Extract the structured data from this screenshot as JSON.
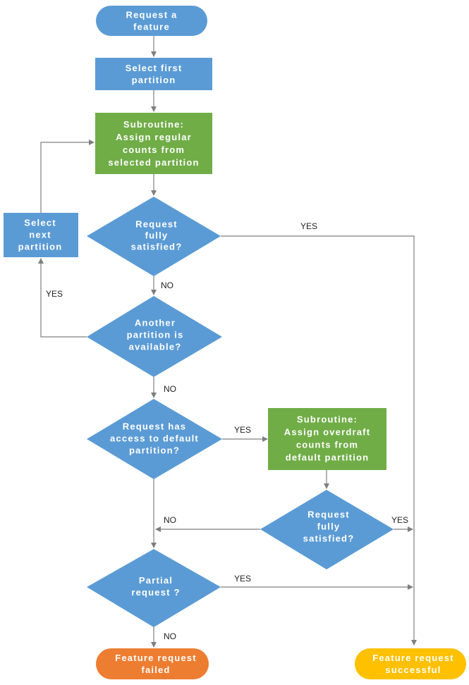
{
  "colors": {
    "blue": "#5b9bd5",
    "green": "#70ad47",
    "orange": "#ed7d31",
    "yellow": "#ffc000",
    "line": "#7f7f7f"
  },
  "nodes": {
    "start": [
      "Request a",
      "feature"
    ],
    "select_first": [
      "Select first",
      "partition"
    ],
    "sub_regular": [
      "Subroutine:",
      "Assign regular",
      "counts from",
      "selected partition"
    ],
    "d_satisfied_1": [
      "Request",
      "fully",
      "satisfied?"
    ],
    "select_next": [
      "Select",
      "next",
      "partition"
    ],
    "d_another": [
      "Another",
      "partition is",
      "available?"
    ],
    "d_access": [
      "Request has",
      "access to default",
      "partition?"
    ],
    "sub_overdraft": [
      "Subroutine:",
      "Assign overdraft",
      "counts from",
      "default partition"
    ],
    "d_satisfied_2": [
      "Request",
      "fully",
      "satisfied?"
    ],
    "d_partial": [
      "Partial",
      "request ?"
    ],
    "failed": [
      "Feature request",
      "failed"
    ],
    "success": [
      "Feature request",
      "successful"
    ]
  },
  "labels": {
    "yes_1": "YES",
    "no_1": "NO",
    "yes_2": "YES",
    "no_2": "NO",
    "yes_3": "YES",
    "no_3": "NO",
    "yes_4": "YES",
    "yes_5": "YES",
    "no_4": "NO"
  }
}
